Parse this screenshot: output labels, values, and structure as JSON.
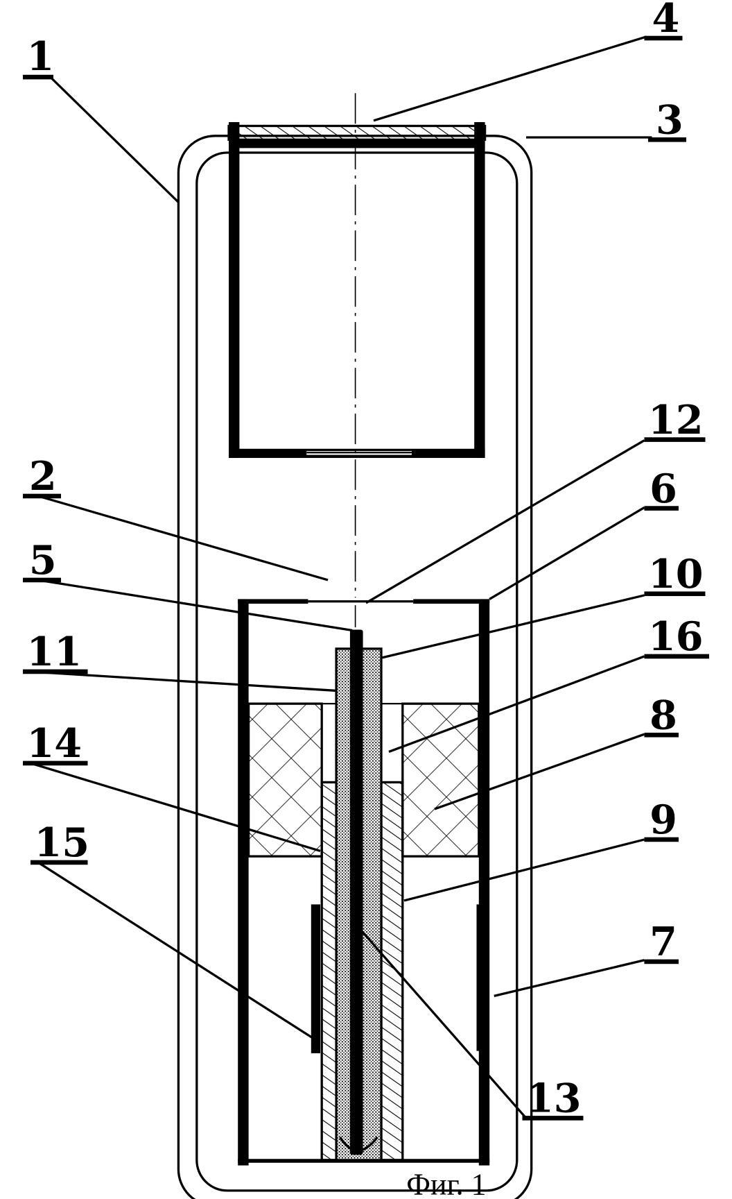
{
  "figure": {
    "caption": "Фиг. 1",
    "labels": {
      "l1": "1",
      "l2": "2",
      "l3": "3",
      "l4": "4",
      "l5": "5",
      "l6": "6",
      "l7": "7",
      "l8": "8",
      "l9": "9",
      "l10": "10",
      "l11": "11",
      "l12": "12",
      "l13": "13",
      "l14": "14",
      "l15": "15",
      "l16": "16"
    }
  }
}
